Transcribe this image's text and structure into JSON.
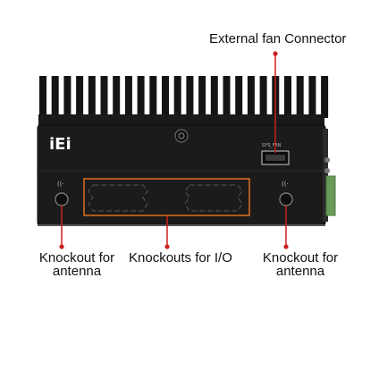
{
  "callouts": {
    "fan_connector": "External fan Connector",
    "antenna_left_line1": "Knockout for",
    "antenna_left_line2": "antenna",
    "io": "Knockouts for I/O",
    "antenna_right_line1": "Knockout for",
    "antenna_right_line2": "antenna"
  },
  "device": {
    "logo": "iEi",
    "port_label": "SYS_FAN"
  },
  "colors": {
    "callout": "#cc1f1f",
    "highlight_box": "#e07020",
    "chassis": "#1b1b1b",
    "fins": "#141414",
    "terminal_block": "#6a9a5a"
  }
}
